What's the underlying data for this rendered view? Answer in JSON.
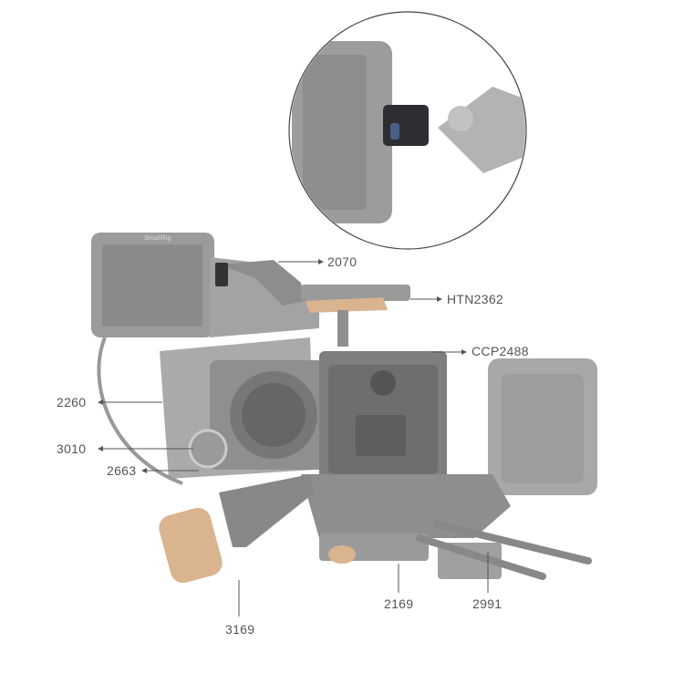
{
  "labels": {
    "l2070": "2070",
    "htn2362": "HTN2362",
    "ccp2488": "CCP2488",
    "l2260": "2260",
    "l3010": "3010",
    "l2663": "2663",
    "l2169": "2169",
    "l2991": "2991",
    "l3169": "3169"
  },
  "brand_marks": [
    "SmallRig"
  ],
  "colors": {
    "rig_gray": "#a9a9a9",
    "wood": "#d9b48f",
    "label": "#555555",
    "accent_blue": "#4a5e8a"
  }
}
